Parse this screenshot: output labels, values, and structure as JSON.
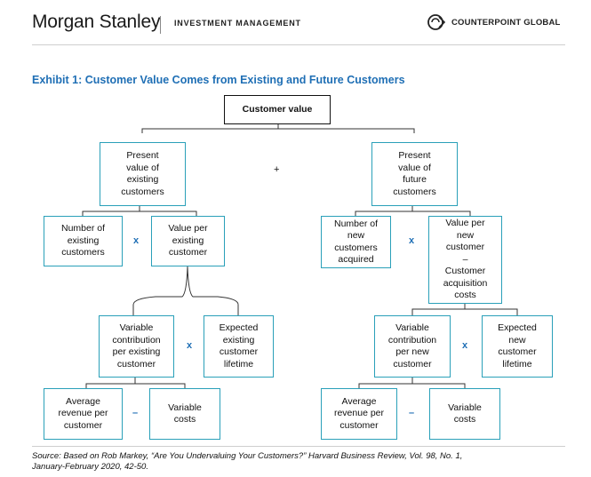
{
  "header": {
    "brand": "Morgan Stanley",
    "division": "INVESTMENT MANAGEMENT",
    "partner": "COUNTERPOINT GLOBAL",
    "partner_icon": "counterpoint-logo-icon"
  },
  "exhibit_title": "Exhibit 1: Customer Value Comes from Existing and Future Customers",
  "diagram": {
    "root": "Customer value",
    "plus": "+",
    "existing": {
      "present_value": "Present\nvalue of\nexisting\ncustomers",
      "number": "Number of\nexisting\ncustomers",
      "times1": "x",
      "value_per": "Value per\nexisting\ncustomer",
      "variable_contribution": "Variable\ncontribution\nper existing\ncustomer",
      "times2": "x",
      "lifetime": "Expected\nexisting\ncustomer\nlifetime",
      "avg_revenue": "Average\nrevenue per\ncustomer",
      "minus": "–",
      "variable_costs": "Variable\ncosts"
    },
    "future": {
      "present_value": "Present\nvalue of\nfuture\ncustomers",
      "number": "Number of\nnew\ncustomers\nacquired",
      "times1": "x",
      "value_per": "Value per\nnew\ncustomer\n–\nCustomer\nacquisition\ncosts",
      "variable_contribution": "Variable\ncontribution\nper new\ncustomer",
      "times2": "x",
      "lifetime": "Expected\nnew\ncustomer\nlifetime",
      "avg_revenue": "Average\nrevenue per\ncustomer",
      "minus": "–",
      "variable_costs": "Variable\ncosts"
    }
  },
  "source_line1": "Source: Based on Rob Markey, “Are You Undervaluing Your Customers?” Harvard Business Review, Vol. 98, No. 1,",
  "source_line2": "January-February 2020, 42-50."
}
